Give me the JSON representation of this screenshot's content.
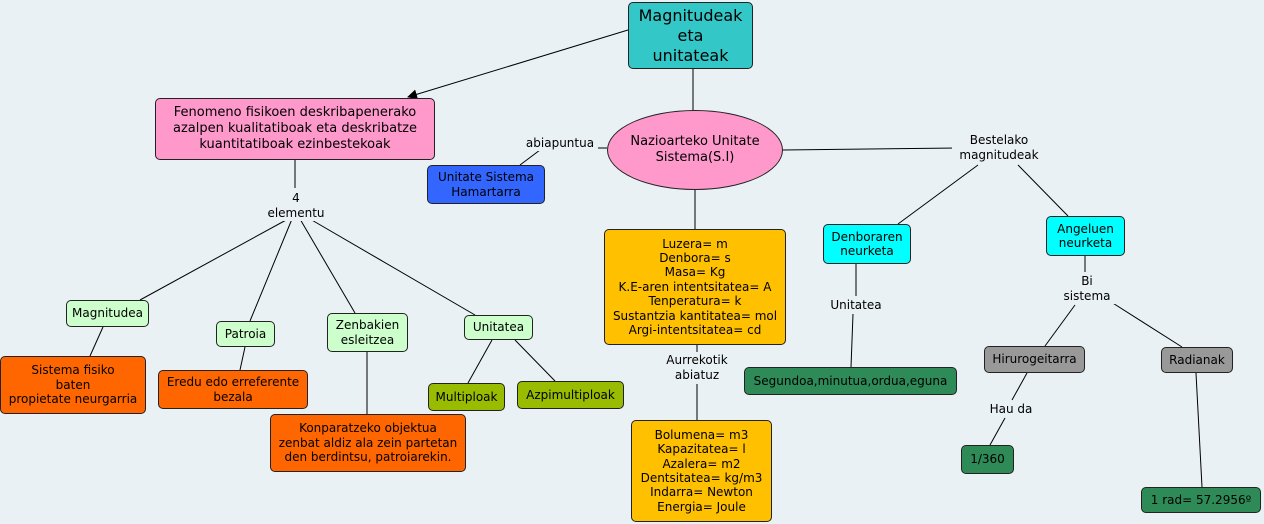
{
  "colors": {
    "teal": "#33c7c7",
    "pink": "#ff99cc",
    "blue": "#3366ff",
    "yellow": "#ffc000",
    "light_green": "#ccffcc",
    "orange": "#ff6600",
    "olive": "#99bb00",
    "cyan": "#00ffff",
    "gray": "#999999",
    "dark_green": "#2e8b57"
  },
  "nodes": {
    "root": "Magnitudeak\neta\nunitateak",
    "fenomeno": "Fenomeno fisikoen deskribapenerako\nazalpen kualitatiboak eta deskribatze\nkuantitatiboak ezinbestekoak",
    "si": "Nazioarteko Unitate\nSistema(S.I)",
    "hamartarra": "Unitate Sistema\nHamartarra",
    "oinarrizkoak": "Luzera= m\nDenbora= s\nMasa= Kg\nK.E-aren intentsitatea= A\nTenperatura= k\nSustantzia kantitatea= mol\nArgi-intentsitatea= cd",
    "eratorriak": "Bolumena= m3\nKapazitatea= l\nAzalera= m2\nDentsitatea= kg/m3\nIndarra= Newton\nEnergia= Joule",
    "magnitudea": "Magnitudea",
    "patroia": "Patroia",
    "zenbakien": "Zenbakien\nesleitzea",
    "unitatea": "Unitatea",
    "sistema_fisiko": "Sistema fisiko\nbaten\npropietate neurgarria",
    "eredu": "Eredu edo erreferente\nbezala",
    "konparatzeko": "Konparatzeko objektua\nzenbat aldiz ala zein partetan\nden berdintsu, patroiarekin.",
    "multiploak": "Multiploak",
    "azpimultiploak": "Azpimultiploak",
    "denboraren": "Denboraren\nneurketa",
    "angeluen": "Angeluen\nneurketa",
    "segundoa": "Segundoa,minutua,ordua,eguna",
    "hirurogeitarra": "Hirurogeitarra",
    "radianak": "Radianak",
    "hirurehun": "1/360",
    "rad": "1 rad= 57.2956º"
  },
  "labels": {
    "abiapuntua": "abiapuntua",
    "bestelako": "Bestelako\nmagnitudeak",
    "lau_elementu": "4\nelementu",
    "aurrekotik": "Aurrekotik\nabiatuz",
    "unitatea_link": "Unitatea",
    "bi_sistema": "Bi\nsistema",
    "hau_da": "Hau da"
  }
}
